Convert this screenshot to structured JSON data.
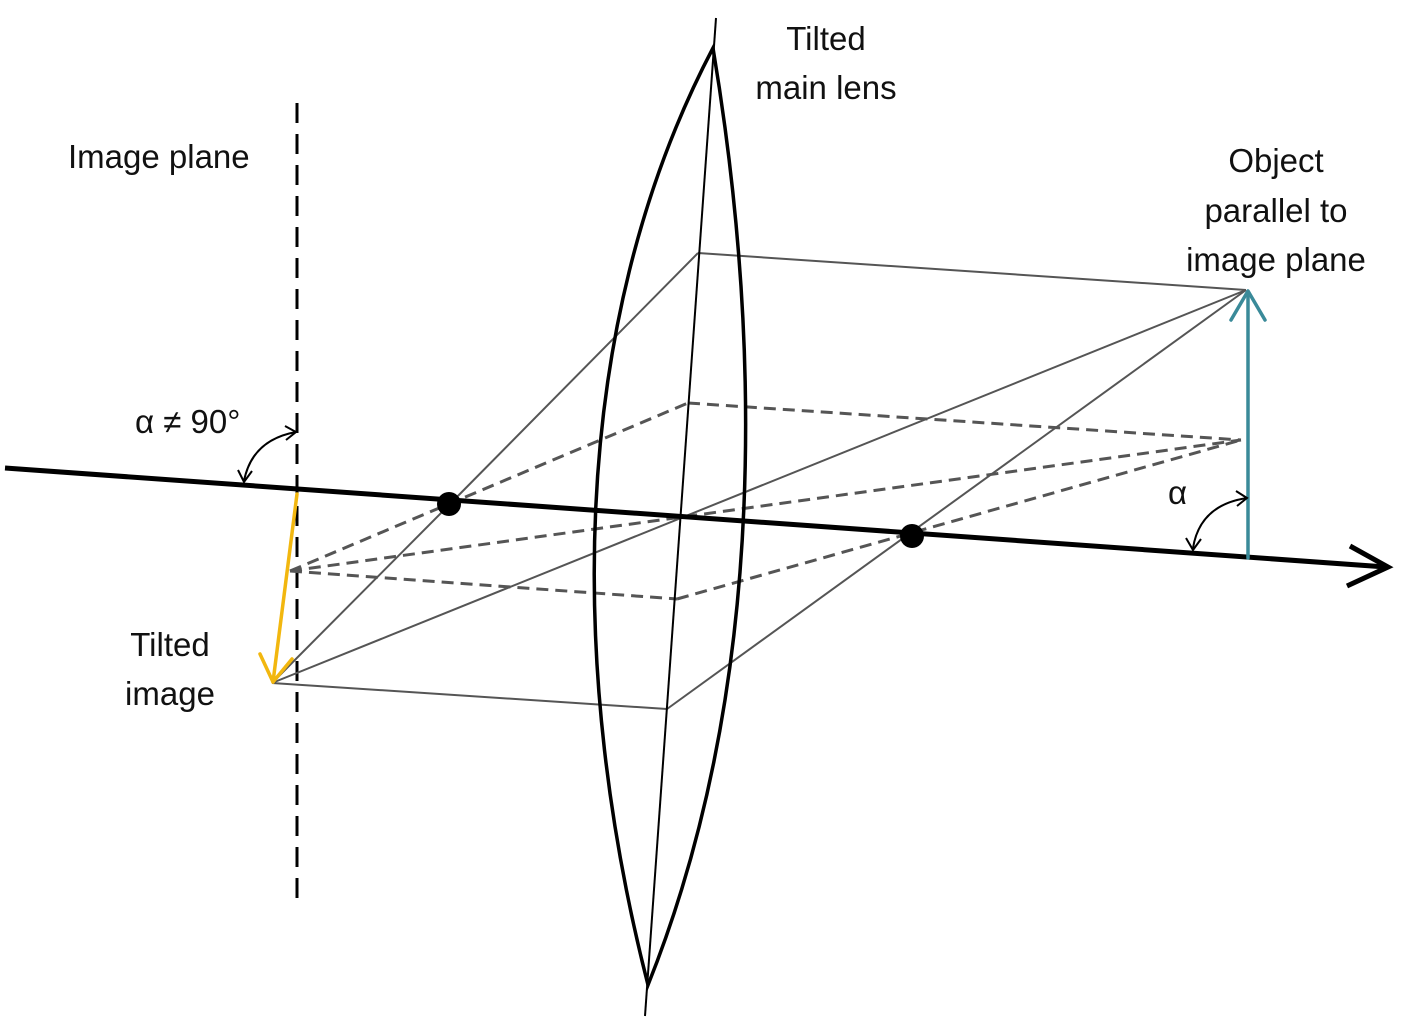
{
  "labels": {
    "lens_line1": "Tilted",
    "lens_line2": "main lens",
    "image_plane": "Image plane",
    "object_line1": "Object",
    "object_line2": "parallel to",
    "object_line3": "image plane",
    "angle_image": "α ≠ 90°",
    "angle_object": "α",
    "tilted_image_line1": "Tilted",
    "tilted_image_line2": "image"
  },
  "colors": {
    "axis": "#000000",
    "rays": "#555555",
    "object_arrow": "#3a8a99",
    "image_arrow": "#f2b70f"
  }
}
